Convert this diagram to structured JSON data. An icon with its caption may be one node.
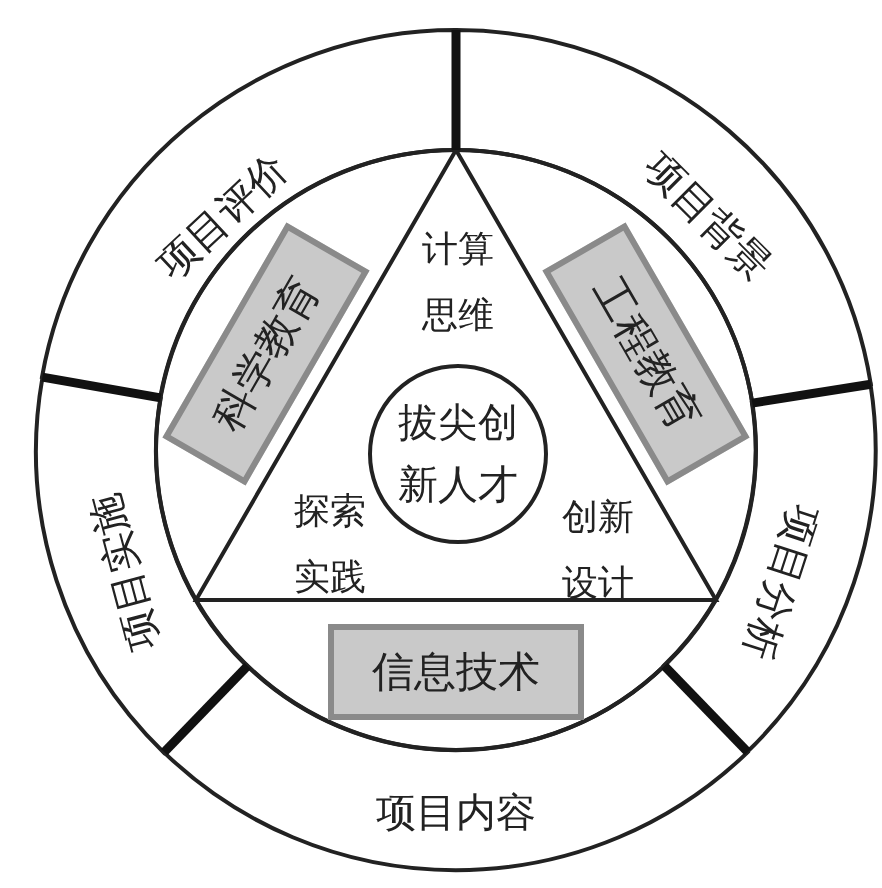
{
  "diagram": {
    "nodes": [
      {
        "text": [
          "项目背景"
        ]
      },
      {
        "text": [
          "项目分析"
        ]
      },
      {
        "text": [
          "项目内容"
        ]
      },
      {
        "text": [
          "项目实施"
        ]
      },
      {
        "text": [
          "项目评价"
        ]
      },
      {
        "text": [],
        "shape": "circle"
      },
      {
        "text": [
          "计算思维",
          "探索实践",
          "创新设计"
        ],
        "in": 5
      },
      {
        "text": [
          "拔尖创新人才"
        ],
        "in": 6
      },
      {
        "text": [
          "科学教育"
        ],
        "in": 5
      },
      {
        "text": [
          "工程教育"
        ],
        "in": 5
      },
      {
        "text": [
          "信息技术"
        ],
        "in": 5
      }
    ]
  }
}
